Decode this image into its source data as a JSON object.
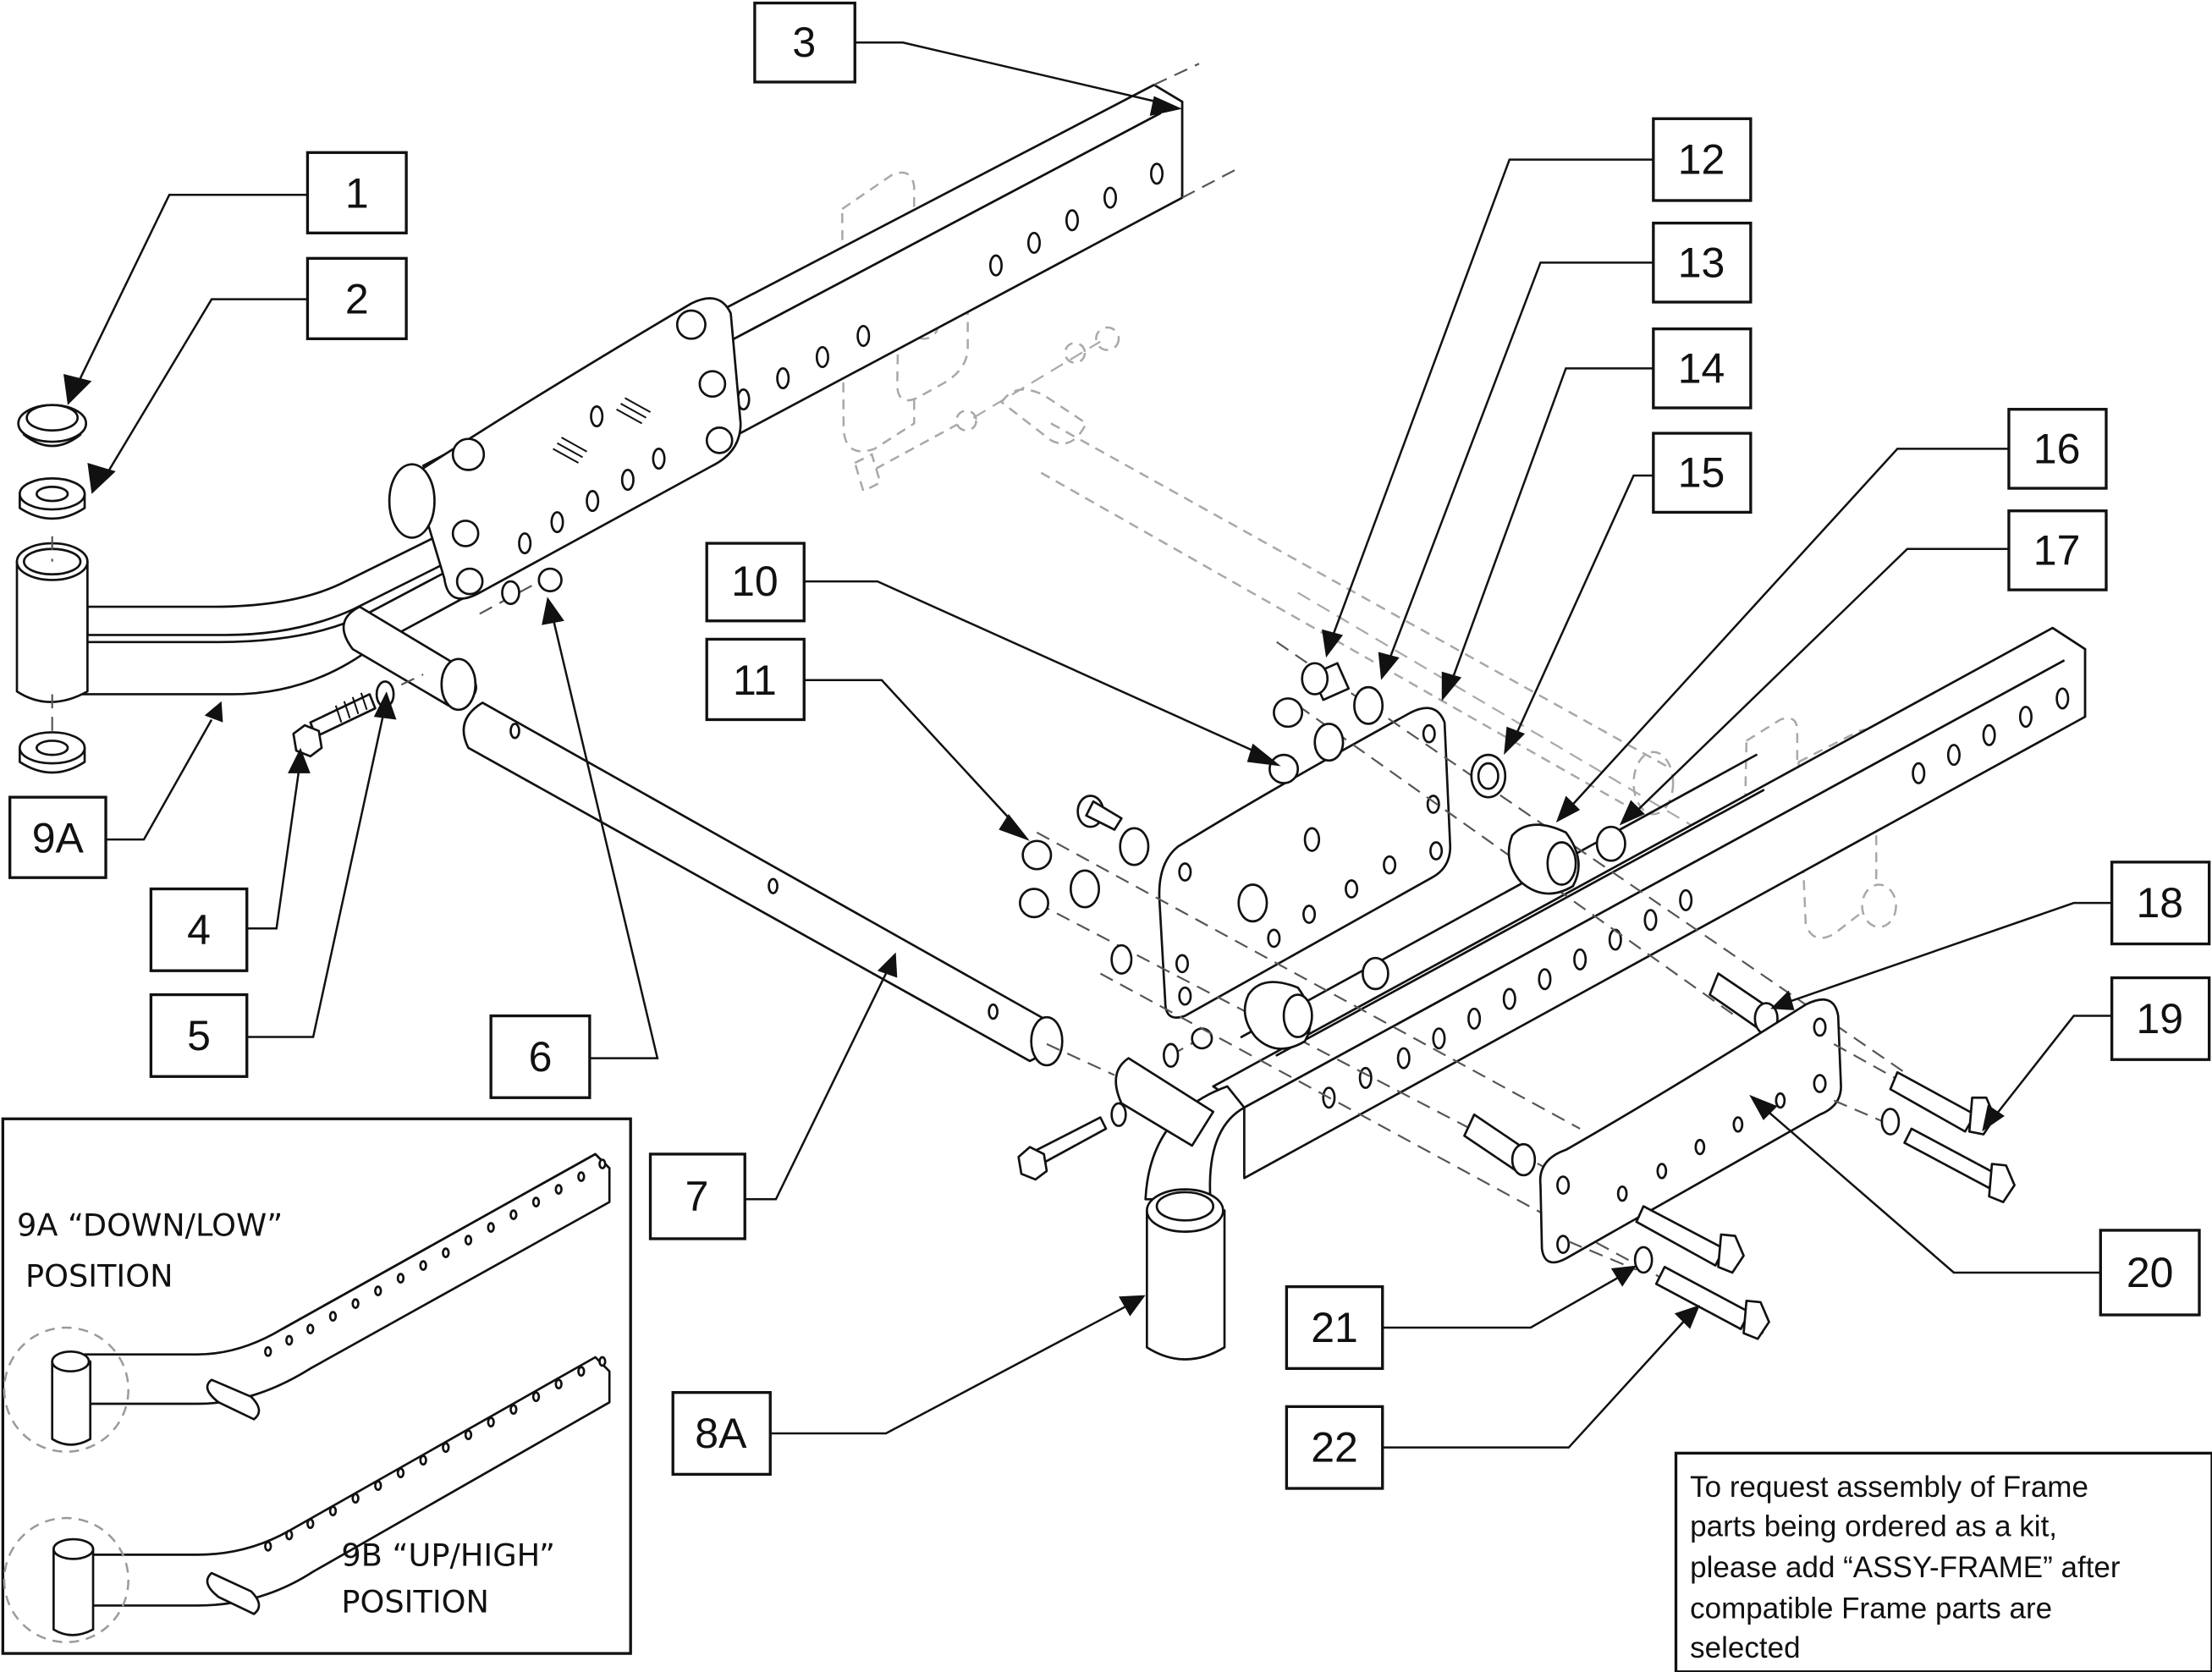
{
  "diagram": {
    "title": "Frame assembly exploded parts diagram",
    "callouts": [
      {
        "id": "1",
        "label": "1"
      },
      {
        "id": "2",
        "label": "2"
      },
      {
        "id": "3",
        "label": "3"
      },
      {
        "id": "4",
        "label": "4"
      },
      {
        "id": "5",
        "label": "5"
      },
      {
        "id": "6",
        "label": "6"
      },
      {
        "id": "7",
        "label": "7"
      },
      {
        "id": "8A",
        "label": "8A"
      },
      {
        "id": "9A",
        "label": "9A"
      },
      {
        "id": "10",
        "label": "10"
      },
      {
        "id": "11",
        "label": "11"
      },
      {
        "id": "12",
        "label": "12"
      },
      {
        "id": "13",
        "label": "13"
      },
      {
        "id": "14",
        "label": "14"
      },
      {
        "id": "15",
        "label": "15"
      },
      {
        "id": "16",
        "label": "16"
      },
      {
        "id": "17",
        "label": "17"
      },
      {
        "id": "18",
        "label": "18"
      },
      {
        "id": "19",
        "label": "19"
      },
      {
        "id": "20",
        "label": "20"
      },
      {
        "id": "21",
        "label": "21"
      },
      {
        "id": "22",
        "label": "22"
      }
    ],
    "inset": {
      "top_label_line1": "9A “DOWN/LOW”",
      "top_label_line2": "POSITION",
      "bottom_label_line1": "9B “UP/HIGH”",
      "bottom_label_line2": "POSITION"
    },
    "note": {
      "lines": [
        "To request assembly of Frame",
        "parts being ordered as a kit,",
        "please add “ASSY-FRAME” after",
        "compatible Frame parts are",
        "selected"
      ]
    }
  }
}
